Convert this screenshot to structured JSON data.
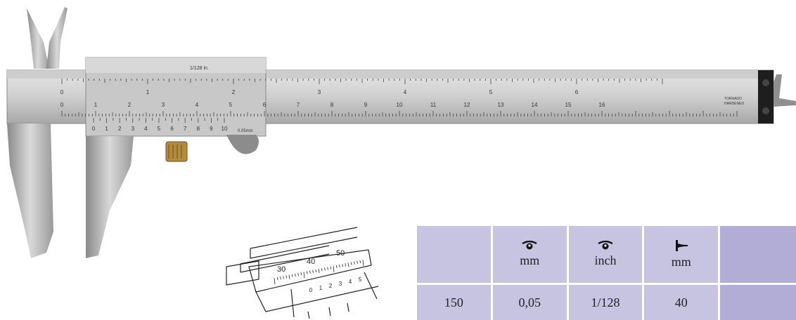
{
  "caliper": {
    "vernier_label": "1/128 in.",
    "brand_label": "TORNADO",
    "brand_sub": "HARDENED",
    "vernier_precision": "0.05mm",
    "main_mm_numbers": [
      "0",
      "1",
      "2",
      "3",
      "4",
      "5",
      "6",
      "7",
      "8",
      "9",
      "10",
      "11",
      "12",
      "13",
      "14",
      "15",
      "16"
    ],
    "main_inch_numbers": [
      "0",
      "1",
      "2",
      "3",
      "4",
      "5",
      "6"
    ],
    "vernier_numbers": [
      "0",
      "1",
      "2",
      "3",
      "4",
      "5",
      "6",
      "7",
      "8",
      "9",
      "10"
    ]
  },
  "sketch": {
    "numbers": [
      "30",
      "40",
      "50"
    ],
    "vernier_numbers": [
      "0",
      "1",
      "2",
      "3",
      "4",
      "5"
    ]
  },
  "table": {
    "headers": [
      {
        "icon": "eye-reading-icon",
        "unit": "mm"
      },
      {
        "icon": "eye-reading-icon",
        "unit": "inch"
      },
      {
        "icon": "jaw-depth-icon",
        "unit": "mm"
      }
    ],
    "row": [
      "150",
      "0,05",
      "1/128",
      "40"
    ],
    "colors": {
      "cell": "#c7c4e2",
      "accent": "#b1add6"
    }
  }
}
